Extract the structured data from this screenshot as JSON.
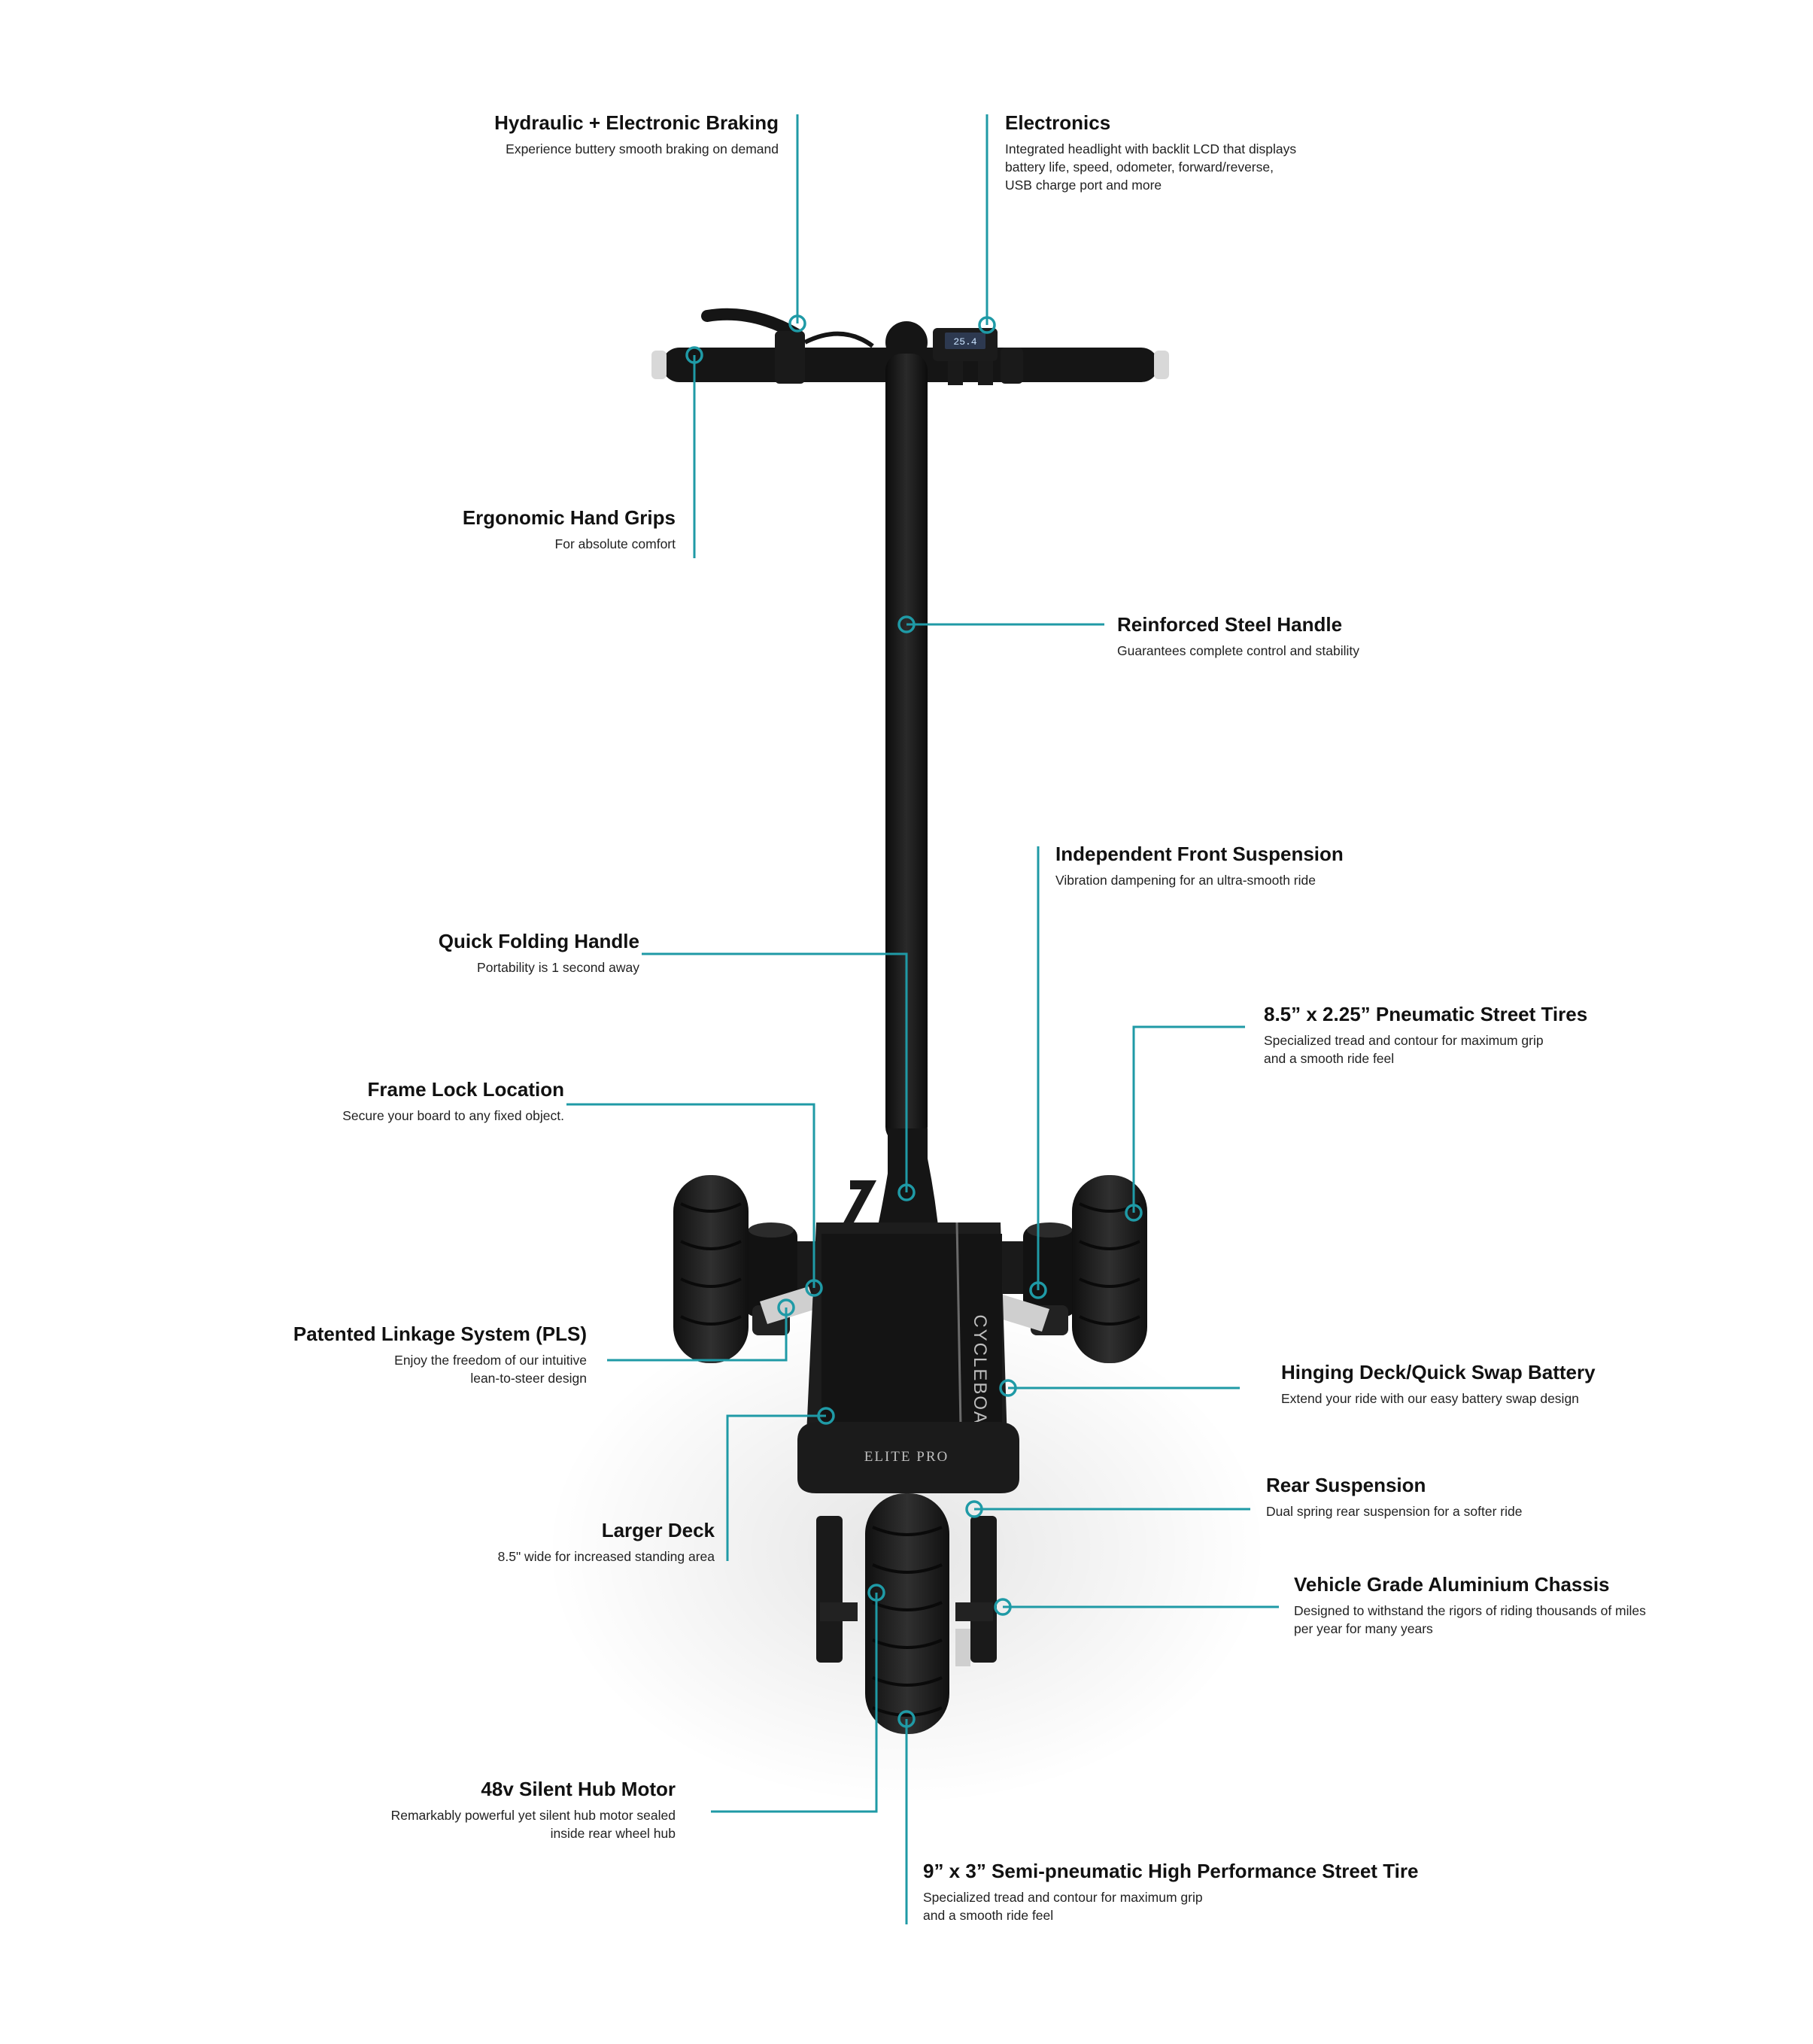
{
  "colors": {
    "accent": "#1f9aa6",
    "scooter": "#141414",
    "background": "#ffffff"
  },
  "scooter": {
    "deck_brand": "CYCLEBOARD",
    "deck_model": "ELITE PRO",
    "lcd": "25.4"
  },
  "callouts": [
    {
      "title": "Hydraulic + Electronic Braking",
      "desc": [
        "Experience buttery smooth braking on demand"
      ]
    },
    {
      "title": "Electronics",
      "desc": [
        "Integrated headlight with backlit LCD that displays",
        "battery life, speed, odometer, forward/reverse,",
        "USB charge port and more"
      ]
    },
    {
      "title": "Ergonomic Hand Grips",
      "desc": [
        "For absolute comfort"
      ]
    },
    {
      "title": "Reinforced Steel Handle",
      "desc": [
        "Guarantees complete control and stability"
      ]
    },
    {
      "title": "Independent Front Suspension",
      "desc": [
        "Vibration dampening for an ultra-smooth ride"
      ]
    },
    {
      "title": "Quick Folding Handle",
      "desc": [
        "Portability is 1 second away"
      ]
    },
    {
      "title": "8.5” x 2.25” Pneumatic Street Tires",
      "desc": [
        "Specialized tread and contour for maximum grip",
        "and a smooth ride feel"
      ]
    },
    {
      "title": "Frame Lock Location",
      "desc": [
        "Secure your board to any fixed object."
      ]
    },
    {
      "title": "Patented Linkage System (PLS)",
      "desc": [
        "Enjoy the freedom of our intuitive",
        "lean-to-steer design"
      ]
    },
    {
      "title": "Hinging Deck/Quick Swap Battery",
      "desc": [
        "Extend your ride with our easy battery swap design"
      ]
    },
    {
      "title": "Rear Suspension",
      "desc": [
        "Dual spring rear suspension for a softer ride"
      ]
    },
    {
      "title": "Larger Deck",
      "desc": [
        "8.5\" wide for increased standing area"
      ]
    },
    {
      "title": "Vehicle Grade Aluminium Chassis",
      "desc": [
        "Designed to withstand the rigors of riding thousands of miles",
        "per year for many years"
      ]
    },
    {
      "title": "48v Silent Hub Motor",
      "desc": [
        "Remarkably powerful yet silent hub motor sealed",
        "inside rear wheel hub"
      ]
    },
    {
      "title": "9” x 3” Semi-pneumatic High Performance Street Tire",
      "desc": [
        "Specialized tread and contour for maximum grip",
        "and a smooth ride feel"
      ]
    }
  ]
}
